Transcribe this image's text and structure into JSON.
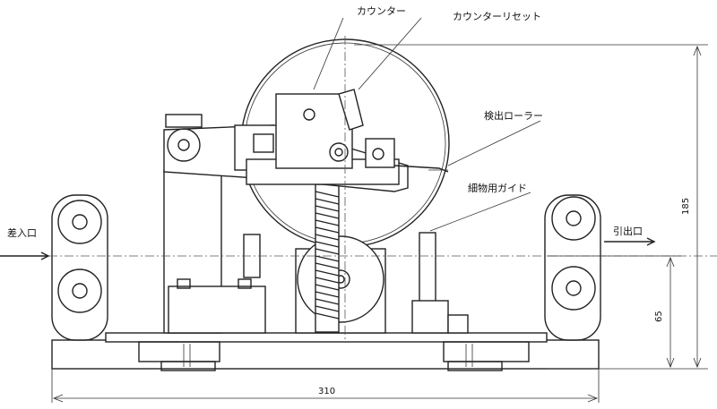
{
  "labels": {
    "counter": "カウンター",
    "counter_reset": "カウンターリセット",
    "detect_roller": "検出ローラー",
    "guide": "細物用ガイド",
    "inlet": "差入口",
    "outlet": "引出口"
  },
  "dimensions": {
    "height_total": "185",
    "height_lower": "65",
    "width": "310"
  }
}
